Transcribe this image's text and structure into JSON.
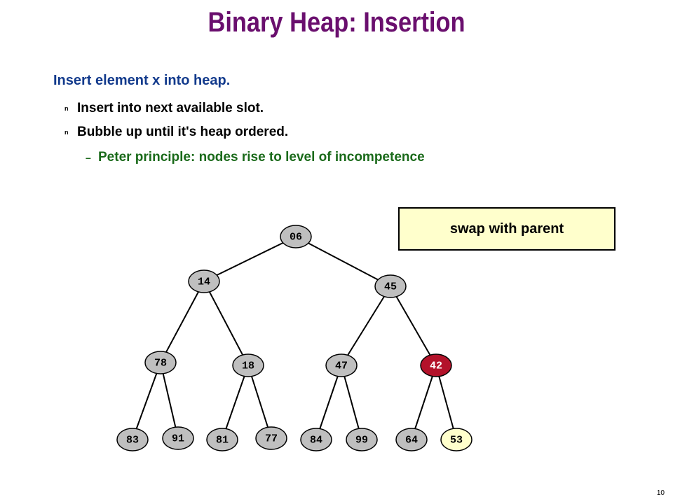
{
  "title": "Binary Heap:  Insertion",
  "intro": "Insert element x into heap.",
  "bullets": [
    "Insert into next available slot.",
    "Bubble up until it's heap ordered."
  ],
  "sub_bullet": "Peter principle:  nodes rise to level of incompetence",
  "bullet_marker": "n",
  "sub_marker": "–",
  "callout": "swap with parent",
  "page_number": "10",
  "colors": {
    "node_default": "#bfbfbf",
    "node_highlight": "#b3122a",
    "node_new": "#ffffcc",
    "title": "#6a0f6e"
  },
  "tree": {
    "nodes": [
      {
        "id": "n0",
        "label": "06",
        "state": "default"
      },
      {
        "id": "n1",
        "label": "14",
        "state": "default"
      },
      {
        "id": "n2",
        "label": "45",
        "state": "default"
      },
      {
        "id": "n3",
        "label": "78",
        "state": "default"
      },
      {
        "id": "n4",
        "label": "18",
        "state": "default"
      },
      {
        "id": "n5",
        "label": "47",
        "state": "default"
      },
      {
        "id": "n6",
        "label": "42",
        "state": "highlight"
      },
      {
        "id": "n7",
        "label": "83",
        "state": "default"
      },
      {
        "id": "n8",
        "label": "91",
        "state": "default"
      },
      {
        "id": "n9",
        "label": "81",
        "state": "default"
      },
      {
        "id": "n10",
        "label": "77",
        "state": "default"
      },
      {
        "id": "n11",
        "label": "84",
        "state": "default"
      },
      {
        "id": "n12",
        "label": "99",
        "state": "default"
      },
      {
        "id": "n13",
        "label": "64",
        "state": "default"
      },
      {
        "id": "n14",
        "label": "53",
        "state": "new"
      }
    ]
  }
}
